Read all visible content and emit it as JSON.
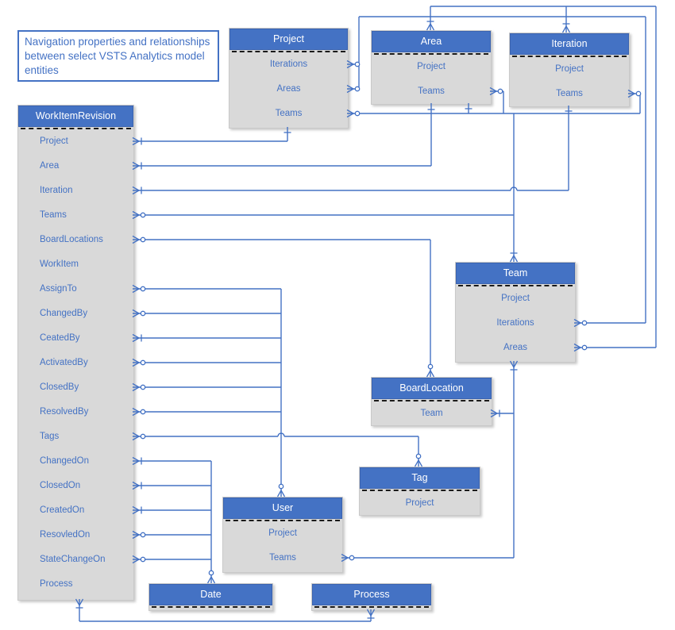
{
  "title": "Navigation properties and relationships between select VSTS Analytics model entities",
  "colors": {
    "accent": "#4472C4",
    "entity_body": "#D9D9D9",
    "header_text": "#ffffff",
    "wire": "#4472C4",
    "separator": "#1a1a1a"
  },
  "entities": [
    {
      "name": "WorkItemRevision",
      "properties": [
        {
          "label": "Project",
          "cardinality": "one"
        },
        {
          "label": "Area",
          "cardinality": "one"
        },
        {
          "label": "Iteration",
          "cardinality": "one"
        },
        {
          "label": "Teams",
          "cardinality": "many"
        },
        {
          "label": "BoardLocations",
          "cardinality": "many"
        },
        {
          "label": "WorkItem",
          "cardinality": null
        },
        {
          "label": "AssignTo",
          "cardinality": "many"
        },
        {
          "label": "ChangedBy",
          "cardinality": "many"
        },
        {
          "label": "CeatedBy",
          "cardinality": "one"
        },
        {
          "label": "ActivatedBy",
          "cardinality": "many"
        },
        {
          "label": "ClosedBy",
          "cardinality": "many"
        },
        {
          "label": "ResolvedBy",
          "cardinality": "many"
        },
        {
          "label": "Tags",
          "cardinality": "many"
        },
        {
          "label": "ChangedOn",
          "cardinality": "one"
        },
        {
          "label": "ClosedOn",
          "cardinality": "one"
        },
        {
          "label": "CreatedOn",
          "cardinality": "one"
        },
        {
          "label": "ResovledOn",
          "cardinality": "many"
        },
        {
          "label": "StateChangeOn",
          "cardinality": "many"
        },
        {
          "label": "Process",
          "cardinality": null
        }
      ]
    },
    {
      "name": "Project",
      "properties": [
        {
          "label": "Iterations",
          "cardinality": "many"
        },
        {
          "label": "Areas",
          "cardinality": "many"
        },
        {
          "label": "Teams",
          "cardinality": "many"
        }
      ]
    },
    {
      "name": "Area",
      "properties": [
        {
          "label": "Project",
          "cardinality": null
        },
        {
          "label": "Teams",
          "cardinality": "many"
        }
      ]
    },
    {
      "name": "Iteration",
      "properties": [
        {
          "label": "Project",
          "cardinality": null
        },
        {
          "label": "Teams",
          "cardinality": "many"
        }
      ]
    },
    {
      "name": "Team",
      "properties": [
        {
          "label": "Project",
          "cardinality": null
        },
        {
          "label": "Iterations",
          "cardinality": "many"
        },
        {
          "label": "Areas",
          "cardinality": "many"
        }
      ]
    },
    {
      "name": "BoardLocation",
      "properties": [
        {
          "label": "Team",
          "cardinality": "one"
        }
      ]
    },
    {
      "name": "Tag",
      "properties": [
        {
          "label": "Project",
          "cardinality": null
        }
      ]
    },
    {
      "name": "User",
      "properties": [
        {
          "label": "Project",
          "cardinality": null
        },
        {
          "label": "Teams",
          "cardinality": "many"
        }
      ]
    },
    {
      "name": "Date",
      "properties": []
    },
    {
      "name": "Process",
      "properties": []
    }
  ],
  "relationships": [
    {
      "from": "WorkItemRevision.Project",
      "to": "Project"
    },
    {
      "from": "WorkItemRevision.Area",
      "to": "Area"
    },
    {
      "from": "WorkItemRevision.Iteration",
      "to": "Iteration"
    },
    {
      "from": "WorkItemRevision.Teams",
      "to": "Team"
    },
    {
      "from": "WorkItemRevision.BoardLocations",
      "to": "BoardLocation"
    },
    {
      "from": "WorkItemRevision.AssignTo",
      "to": "User"
    },
    {
      "from": "WorkItemRevision.ChangedBy",
      "to": "User"
    },
    {
      "from": "WorkItemRevision.CeatedBy",
      "to": "User"
    },
    {
      "from": "WorkItemRevision.ActivatedBy",
      "to": "User"
    },
    {
      "from": "WorkItemRevision.ClosedBy",
      "to": "User"
    },
    {
      "from": "WorkItemRevision.ResolvedBy",
      "to": "User"
    },
    {
      "from": "WorkItemRevision.Tags",
      "to": "Tag"
    },
    {
      "from": "WorkItemRevision.ChangedOn",
      "to": "Date"
    },
    {
      "from": "WorkItemRevision.ClosedOn",
      "to": "Date"
    },
    {
      "from": "WorkItemRevision.CreatedOn",
      "to": "Date"
    },
    {
      "from": "WorkItemRevision.ResovledOn",
      "to": "Date"
    },
    {
      "from": "WorkItemRevision.StateChangeOn",
      "to": "Date"
    },
    {
      "from": "WorkItemRevision.Process",
      "to": "Process"
    },
    {
      "from": "Project.Iterations",
      "to": "Iteration"
    },
    {
      "from": "Project.Areas",
      "to": "Area"
    },
    {
      "from": "Project.Teams",
      "to": "Team"
    },
    {
      "from": "Area.Teams",
      "to": "Team"
    },
    {
      "from": "Iteration.Teams",
      "to": "Team"
    },
    {
      "from": "Team.Iterations",
      "to": "Iteration"
    },
    {
      "from": "Team.Areas",
      "to": "Area"
    },
    {
      "from": "BoardLocation.Team",
      "to": "Team"
    },
    {
      "from": "User.Teams",
      "to": "Team"
    }
  ]
}
